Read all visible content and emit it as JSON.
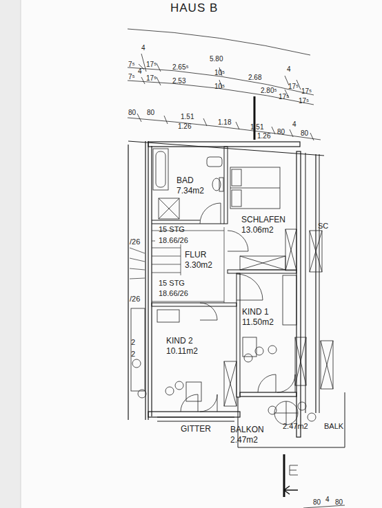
{
  "diagram": {
    "title": "HAUS B",
    "nodes": [
      {
        "text": [
          "BAD",
          "7.34m2"
        ]
      },
      {
        "text": [
          "SCHLAFEN",
          "13.06m2"
        ]
      },
      {
        "text": [
          "FLUR",
          "3.30m2"
        ]
      },
      {
        "text": [
          "KIND 1",
          "11.50m2"
        ]
      },
      {
        "text": [
          "KIND 2",
          "10.11m2"
        ]
      },
      {
        "text": [
          "BALKON",
          "2.47m2"
        ]
      }
    ],
    "labels": [
      "4",
      "5.80",
      "4",
      "7⁵",
      "17⁵",
      "2.65⁵",
      "10⁵",
      "2.68",
      "17⁵",
      "17⁵",
      "7⁵",
      "4",
      "17⁵",
      "2.53",
      "10⁵",
      "2.80⁵",
      "17⁵",
      "17⁵",
      "80",
      "80",
      "1.51",
      "1.26",
      "1.18",
      "1.51",
      "1.26",
      "80",
      "4",
      "80",
      "15 STG",
      "18.66/26",
      "15 STG",
      "18.66/26",
      "SC",
      "/26",
      "/26",
      "2",
      "2",
      "GITTER",
      "2.47m2",
      "BALK",
      "80",
      "4",
      "80"
    ]
  }
}
